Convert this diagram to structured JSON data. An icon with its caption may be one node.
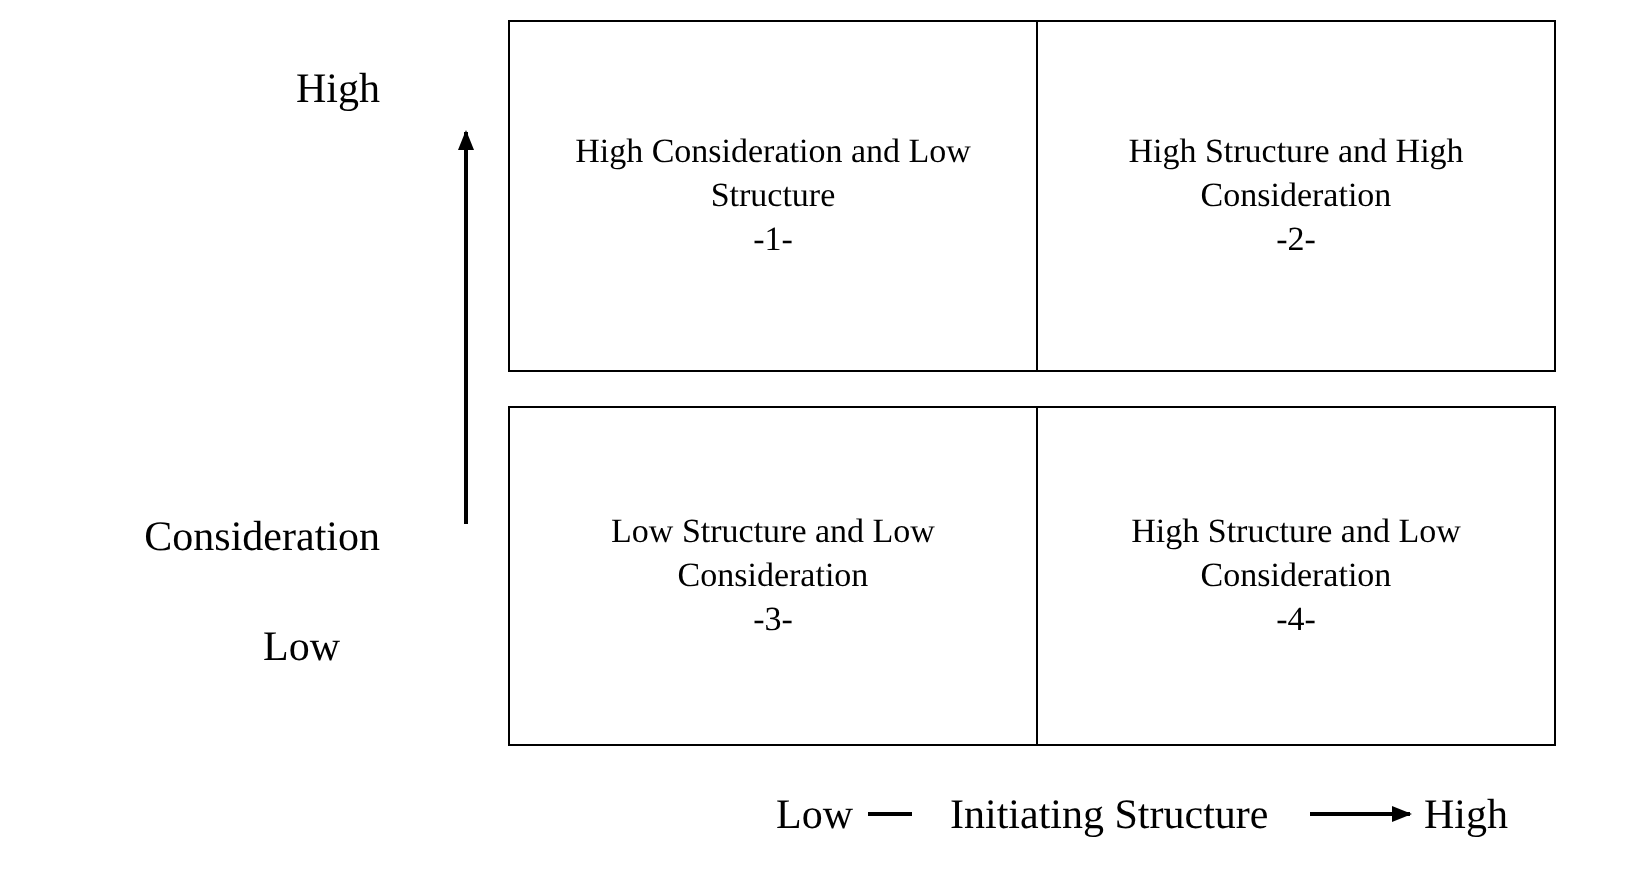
{
  "diagram": {
    "nodes": [
      {
        "text": [
          "High Consideration and Low Structure",
          "-1-"
        ]
      },
      {
        "text": [
          "High Structure and High Consideration",
          "-2-"
        ]
      },
      {
        "text": [
          "Low Structure and Low Consideration",
          "-3-"
        ]
      },
      {
        "text": [
          "High Structure and Low Consideration",
          "-4-"
        ]
      }
    ],
    "edges": [],
    "labels": [
      "High",
      "Consideration",
      "Low",
      "Low",
      "Initiating Structure",
      "High"
    ]
  }
}
